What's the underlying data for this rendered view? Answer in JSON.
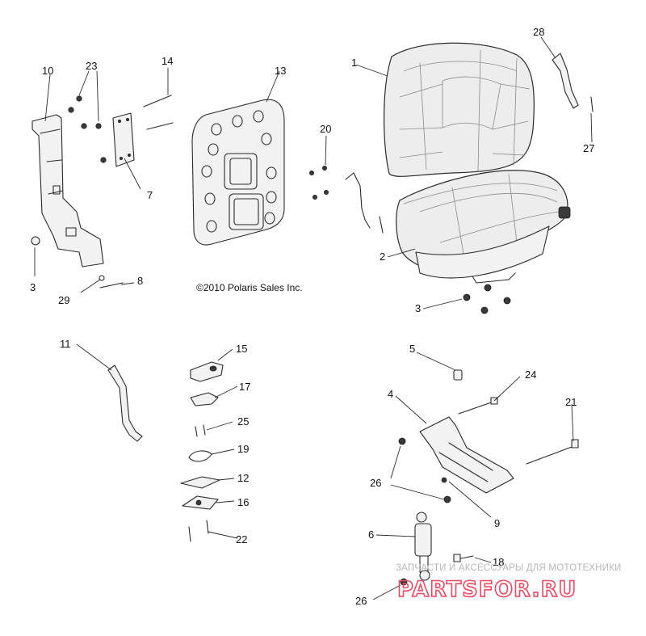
{
  "diagram": {
    "copyright": "©2010 Polaris Sales Inc.",
    "callouts": [
      {
        "id": "c1",
        "label": "1"
      },
      {
        "id": "c2",
        "label": "2"
      },
      {
        "id": "c3a",
        "label": "3"
      },
      {
        "id": "c3b",
        "label": "3"
      },
      {
        "id": "c4",
        "label": "4"
      },
      {
        "id": "c5",
        "label": "5"
      },
      {
        "id": "c6",
        "label": "6"
      },
      {
        "id": "c7",
        "label": "7"
      },
      {
        "id": "c8",
        "label": "8"
      },
      {
        "id": "c9",
        "label": "9"
      },
      {
        "id": "c10",
        "label": "10"
      },
      {
        "id": "c11",
        "label": "11"
      },
      {
        "id": "c12",
        "label": "12"
      },
      {
        "id": "c13",
        "label": "13"
      },
      {
        "id": "c14",
        "label": "14"
      },
      {
        "id": "c15",
        "label": "15"
      },
      {
        "id": "c16",
        "label": "16"
      },
      {
        "id": "c17",
        "label": "17"
      },
      {
        "id": "c18",
        "label": "18"
      },
      {
        "id": "c19",
        "label": "19"
      },
      {
        "id": "c20",
        "label": "20"
      },
      {
        "id": "c21",
        "label": "21"
      },
      {
        "id": "c22",
        "label": "22"
      },
      {
        "id": "c23",
        "label": "23"
      },
      {
        "id": "c24",
        "label": "24"
      },
      {
        "id": "c25",
        "label": "25"
      },
      {
        "id": "c26a",
        "label": "26"
      },
      {
        "id": "c26b",
        "label": "26"
      },
      {
        "id": "c27",
        "label": "27"
      },
      {
        "id": "c28",
        "label": "28"
      },
      {
        "id": "c29",
        "label": "29"
      }
    ]
  },
  "watermark": {
    "subtitle": "ЗАПЧАСТИ И АКСЕССУАРЫ ДЛЯ МОТОТЕХНИКИ",
    "brand": "PARTSFOR.RU",
    "brand_color": "#e94b63"
  }
}
